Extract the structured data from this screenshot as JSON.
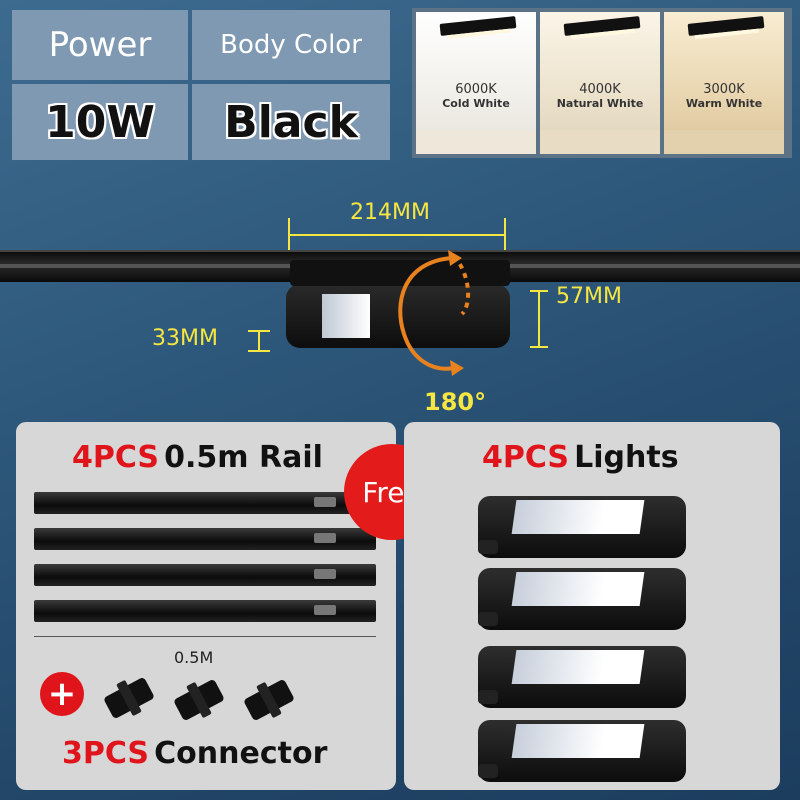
{
  "spec_table": {
    "power_header": "Power",
    "color_header": "Body Color",
    "power_value": "10W",
    "color_value": "Black"
  },
  "color_temps": [
    {
      "kelvin": "6000K",
      "name": "Cold White",
      "tint": "#f4f1ea"
    },
    {
      "kelvin": "4000K",
      "name": "Natural White",
      "tint": "#efe6d3"
    },
    {
      "kelvin": "3000K",
      "name": "Warm White",
      "tint": "#e9d8b8"
    }
  ],
  "dimensions": {
    "length": "214MM",
    "height": "57MM",
    "depth": "33MM",
    "rotation": "180°"
  },
  "rail_panel": {
    "count": "4PCS",
    "label": "0.5m Rail",
    "rail_length": "0.5M",
    "free_badge": "Free",
    "plus": "+",
    "connector_count": "3PCS",
    "connector_label": "Connector"
  },
  "lights_panel": {
    "count": "4PCS",
    "label": "Lights"
  },
  "colors": {
    "accent_red": "#e0141b",
    "dimension_yellow": "#f5e642",
    "rotation_orange": "#e8821e"
  }
}
